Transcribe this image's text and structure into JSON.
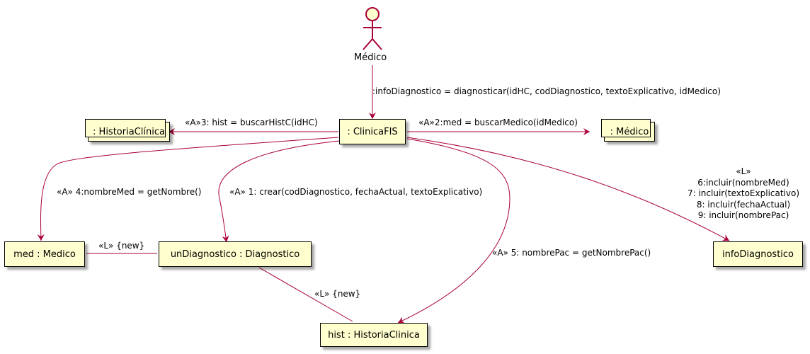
{
  "actor": {
    "name": "Médico"
  },
  "nodes": {
    "clinica": ": ClinicaFIS",
    "historia_multi": ": HistoriaClínica",
    "medico_multi": ": Médico",
    "med": "med : Medico",
    "diag": "unDiagnostico : Diagnostico",
    "info": "infoDiagnostico",
    "hist": "hist : HistoriaClinica"
  },
  "labels": {
    "actor_msg": ":infoDiagnostico = diagnosticar(idHC, codDiagnostico, textoExplicativo, idMedico)",
    "msg3": "«A»3: hist = buscarHistC(idHC)",
    "msg2": "«A»2:med = buscarMedico(idMedico)",
    "msg4": "«A» 4:nombreMed = getNombre()",
    "msg1": "«A» 1: crear(codDiagnostico, fechaActual, textoExplicativo)",
    "msg5": "«A» 5: nombrePac = getNombrePac()",
    "info_lines": [
      "«L»",
      "6:incluir(nombreMed)",
      "7: incluir(textoExplicativo)",
      "8: incluir(fechaActual)",
      "9: incluir(nombrePac)"
    ],
    "link_med_diag": "«L» {new}",
    "link_diag_hist": "«L» {new}"
  },
  "colors": {
    "node_fill": "#fefece",
    "edge": "#a80036"
  }
}
